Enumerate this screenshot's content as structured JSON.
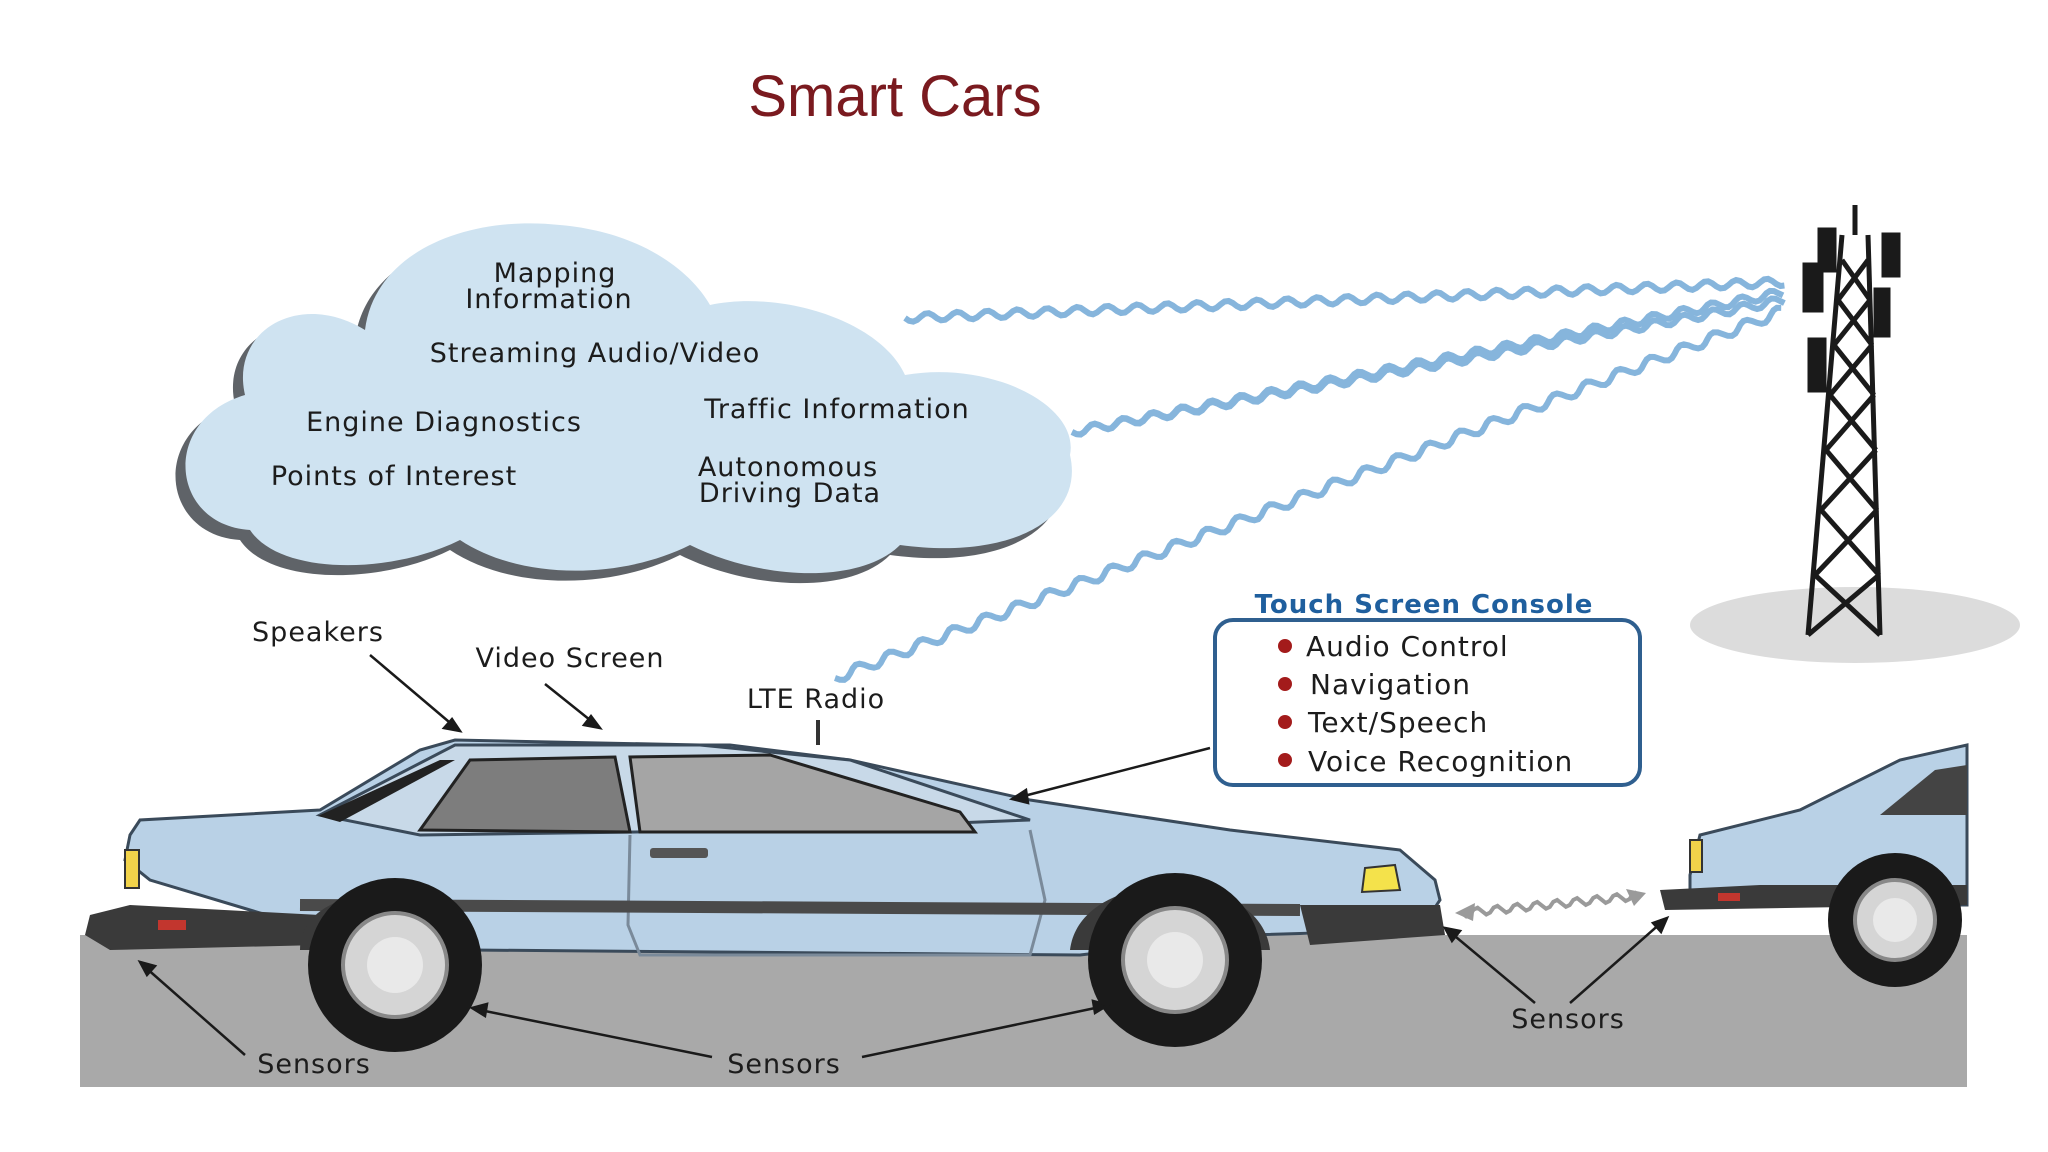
{
  "title": "Smart Cars",
  "cloud": {
    "items": [
      "Mapping",
      "Information",
      "Streaming Audio/Video",
      "Engine Diagnostics",
      "Traffic Information",
      "Points of Interest",
      "Autonomous",
      "Driving Data"
    ]
  },
  "labels": {
    "speakers": "Speakers",
    "video_screen": "Video Screen",
    "lte_radio": "LTE Radio",
    "sensors_rear": "Sensors",
    "sensors_wheels": "Sensors",
    "sensors_front": "Sensors"
  },
  "console": {
    "title": "Touch Screen Console",
    "items": [
      "Audio Control",
      "Navigation",
      "Text/Speech",
      "Voice Recognition"
    ]
  },
  "colors": {
    "title": "#7a1a1f",
    "cloud": "#cfe3f1",
    "car_body": "#b9d1e6",
    "road": "#a9a9a9",
    "wave": "#86b5dc",
    "console_border": "#2f5f8f",
    "console_title": "#1f5f9e",
    "bullet": "#a31b1b"
  }
}
